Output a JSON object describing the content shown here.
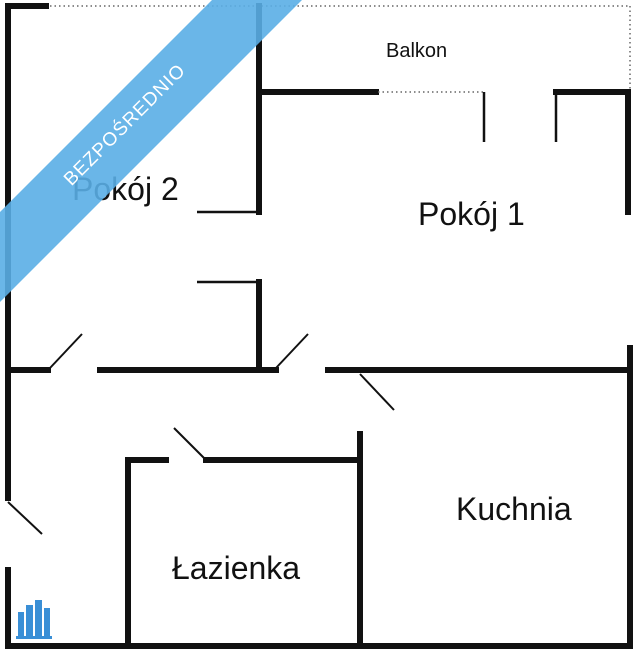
{
  "plan": {
    "rooms": {
      "balkon": "Balkon",
      "pokoj1": "Pokój 1",
      "pokoj2": "Pokój 2",
      "kuchnia": "Kuchnia",
      "lazienka": "Łazienka"
    },
    "banner": {
      "text": "BEZPOŚREDNIO",
      "color": "#5aaee6"
    },
    "logo": {
      "color": "#3a8fd6"
    },
    "colors": {
      "wall": "#111111",
      "background": "#ffffff"
    }
  }
}
